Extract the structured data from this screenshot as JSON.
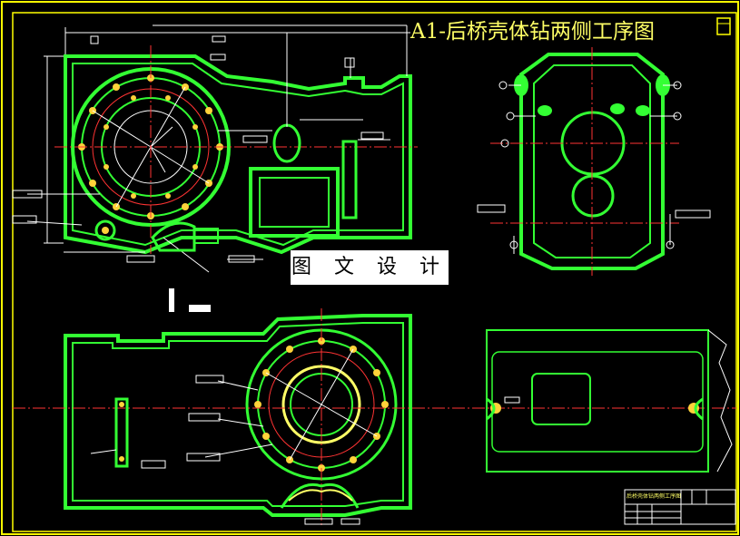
{
  "drawing": {
    "title": "A1-后桥壳体钻两侧工序图",
    "watermark": "图 文 设 计",
    "title_block_name": "后桥壳体钻两侧工序图"
  },
  "colors": {
    "background": "#000000",
    "frame": "#ffff00",
    "part_outline": "#33ff33",
    "centerline": "#ff3333",
    "dimension": "#ffffff",
    "hole_marker": "#ffd23a",
    "guide_line": "#ffffff"
  },
  "views": [
    {
      "name": "front-view-upper",
      "kind": "elevation"
    },
    {
      "name": "side-section-view",
      "kind": "section"
    },
    {
      "name": "front-view-lower",
      "kind": "elevation"
    },
    {
      "name": "rear-detail-view",
      "kind": "detail"
    }
  ]
}
